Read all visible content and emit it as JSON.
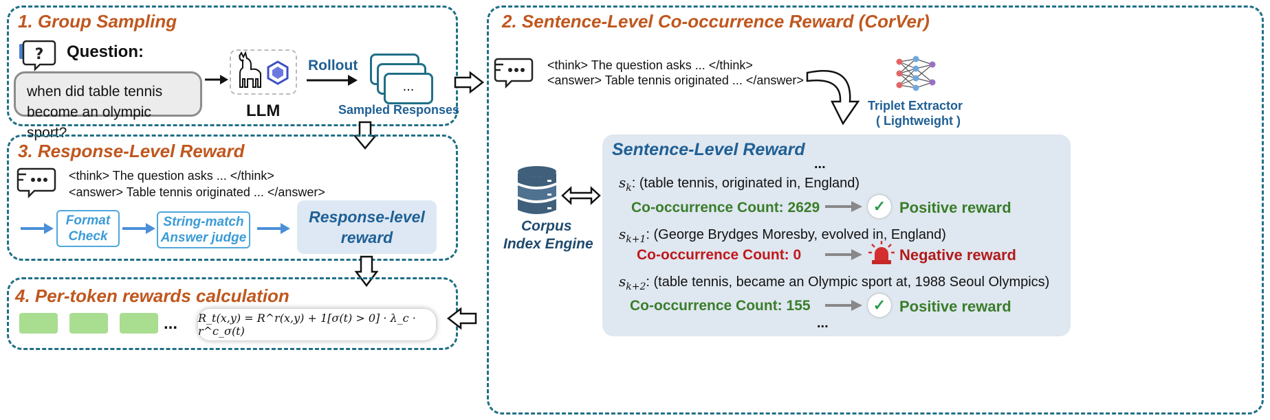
{
  "colors": {
    "panel_border": "#1f6f86",
    "section_title": "#c0571e",
    "reward_title": "#1f5f94",
    "positive": "#3a7d2a",
    "negative": "#c0181b",
    "check_box": "#4ea7dd",
    "token_bar": "#a9dd90"
  },
  "group_sampling": {
    "title": "1. Group Sampling",
    "question_label": "Question:",
    "question_text": "when did table tennis become an olympic sport?",
    "llm_label": "LLM",
    "rollout_label": "Rollout",
    "ellipsis": "...",
    "sampled_label": "Sampled Responses",
    "icons": [
      "question-chat-icon",
      "llama-icon",
      "model-logo-icon"
    ]
  },
  "corver": {
    "title": "2. Sentence-Level Co-occurrence Reward (CorVer)",
    "think_line": "<think> The question asks ... </think>",
    "answer_line": "<answer> Table tennis originated ... </answer>",
    "extractor_label_1": "Triplet Extractor",
    "extractor_label_2": "( Lightweight )",
    "corpus_label_1": "Corpus",
    "corpus_label_2": "Index Engine",
    "sentence_reward_title": "Sentence-Level Reward",
    "top_dots": "...",
    "bottom_dots": "...",
    "sentences": [
      {
        "symbol": "s",
        "subscript": "k",
        "triplet": ": (table tennis, originated in, England)",
        "count_label": "Co-occurrence Count: 2629",
        "reward_label": "Positive reward",
        "reward_type": "positive"
      },
      {
        "symbol": "s",
        "subscript": "k+1",
        "triplet": ": (George Brydges Moresby, evolved in, England)",
        "count_label": "Co-occurrence Count: 0",
        "reward_label": "Negative reward",
        "reward_type": "negative"
      },
      {
        "symbol": "s",
        "subscript": "k+2",
        "triplet": ": (table tennis, became an Olympic sport at, 1988 Seoul Olympics)",
        "count_label": "Co-occurrence Count: 155",
        "reward_label": "Positive reward",
        "reward_type": "positive"
      }
    ],
    "icons": [
      "chat-icon",
      "neural-network-icon",
      "database-icon",
      "alarm-icon",
      "check-icon"
    ]
  },
  "response_reward": {
    "title": "3. Response-Level Reward",
    "think_line": "<think> The question asks ... </think>",
    "answer_line": "<answer> Table tennis originated ... </answer>",
    "format_check_1": "Format",
    "format_check_2": "Check",
    "string_match_1": "String-match",
    "string_match_2": "Answer judge",
    "result_1": "Response-level",
    "result_2": "reward"
  },
  "per_token": {
    "title": "4. Per-token rewards calculation",
    "ellipsis": "...",
    "formula": "R_t(x,y) = R^r(x,y) + 1[σ(t) > 0] · λ_c · r^c_σ(t)"
  }
}
